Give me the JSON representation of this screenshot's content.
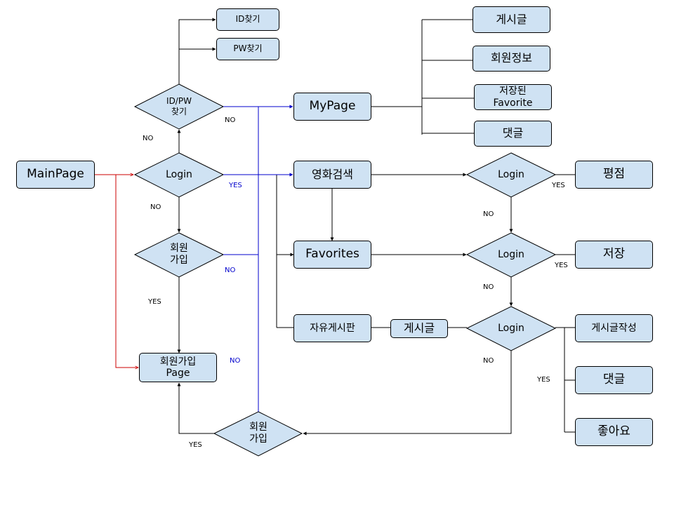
{
  "boxes": {
    "mainpage": "MainPage",
    "id_find": "ID찾기",
    "pw_find": "PW찾기",
    "mypage": "MyPage",
    "post": "게시글",
    "member_info": "회원정보",
    "saved_favorite": "저장된\nFavorite",
    "comment": "댓글",
    "movie_search": "영화검색",
    "favorites": "Favorites",
    "free_board": "자유게시판",
    "board_post": "게시글",
    "signup_page": "회원가입\nPage",
    "rating": "평점",
    "save": "저장",
    "write_post": "게시글작성",
    "comment2": "댓글",
    "like": "좋아요"
  },
  "diamonds": {
    "idpw": "ID/PW\n찾기",
    "login_main": "Login",
    "signup_mid": "회원\n가입",
    "signup_bottom": "회원\n가입",
    "login_search": "Login",
    "login_fav": "Login",
    "login_board": "Login"
  },
  "edge_labels": {
    "no_idpw_right": "NO",
    "no_idpw_below": "NO",
    "yes_login_main": "YES",
    "no_login_main": "NO",
    "no_signup_mid": "NO",
    "yes_signup_mid": "YES",
    "no_signup_page": "NO",
    "yes_signup_bottom": "YES",
    "yes_login_search": "YES",
    "no_login_search": "NO",
    "yes_login_fav": "YES",
    "no_login_fav": "NO",
    "no_login_board": "NO",
    "yes_login_board": "YES"
  },
  "colors": {
    "node_fill": "#cfe2f3",
    "line": "#000000",
    "yes_line": "#0000cc",
    "signup_line": "#cc0000"
  }
}
